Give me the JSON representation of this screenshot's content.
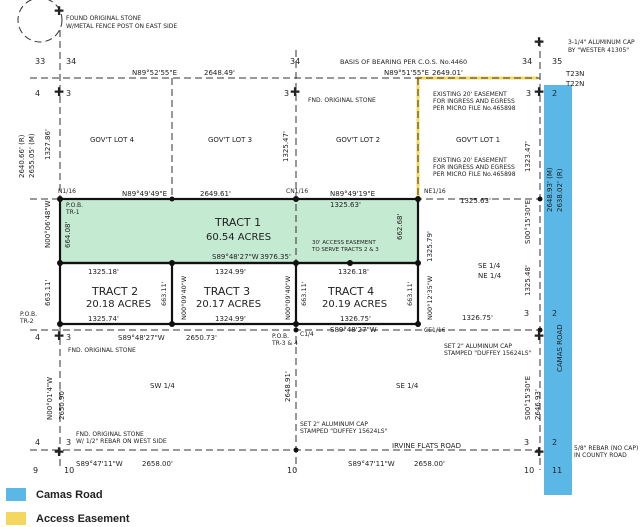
{
  "labels": {
    "note_found_stone": "FOUND ORIGINAL STONE",
    "note_fence_post": "W/METAL FENCE POST ON EAST SIDE",
    "basis_bearing": "BASIS OF BEARING PER C.O.S. No.4460",
    "alum_cap_top_1": "3-1/4\" ALUMINUM CAP",
    "alum_cap_top_2": "BY \"WESTER 41305\"",
    "t23n": "T23N",
    "t22n": "T22N",
    "fnd_orig_stone": "FND. ORIGINAL STONE",
    "easement_1_a": "EXISTING 20' EASEMENT",
    "easement_1_b": "FOR INGRESS AND EGRESS",
    "easement_1_c": "PER MICRO FILE No.465898",
    "easement_2_a": "EXISTING 20' EASEMENT",
    "easement_2_b": "FOR INGRESS AND EGRESS",
    "easement_2_c": "PER MICRO FILE No.465898",
    "lot4": "GOV'T LOT 4",
    "lot3": "GOV'T LOT 3",
    "lot2": "GOV'T LOT 2",
    "lot1": "GOV'T LOT 1",
    "n116": "N1/16",
    "cn116": "CN1/16",
    "ne116": "NE1/16",
    "pob1_a": "P.O.B.",
    "pob1_b": "TR-1",
    "tract1_name": "TRACT 1",
    "tract1_acres": "60.54 ACRES",
    "access_30_a": "30' ACCESS EASEMENT",
    "access_30_b": "TO SERVE TRACTS 2 & 3",
    "se14": "SE 1/4",
    "ne14": "NE 1/4",
    "tract2_name": "TRACT 2",
    "tract2_acres": "20.18 ACRES",
    "tract3_name": "TRACT 3",
    "tract3_acres": "20.17 ACRES",
    "tract4_name": "TRACT 4",
    "tract4_acres": "20.19 ACRES",
    "pob2_a": "P.O.B.",
    "pob2_b": "TR-2",
    "pob34_a": "P.O.B.",
    "pob34_b": "TR-3 & 4",
    "c14": "C1/4",
    "ce116": "CE1/16",
    "fnd_orig_stone_2": "FND. ORIGINAL STONE",
    "alum_cap_mid_1": "SET 2\" ALUMINUM CAP",
    "alum_cap_mid_2": "STAMPED \"DUFFEY 15624LS\"",
    "camas_road_vertical": "CAMAS ROAD",
    "sw14": "SW 1/4",
    "se14_lower": "SE 1/4",
    "fnd_stone_rebar_1": "FND. ORIGINAL STONE",
    "fnd_stone_rebar_2": "W/ 1/2\" REBAR ON WEST SIDE",
    "set_cap_low_1": "SET 2\" ALUMINUM CAP",
    "set_cap_low_2": "STAMPED \"DUFFEY 15624LS\"",
    "irvine": "IRVINE FLATS ROAD",
    "rebar_nocap_1": "5/8\" REBAR (NO CAP)",
    "rebar_nocap_2": "IN COUNTY ROAD"
  },
  "bearings": {
    "top_left": "N89°52'55\"E",
    "top_left_dist": "2648.49'",
    "top_right": "N89°51'55\"E",
    "top_right_dist": "2649.01'",
    "n116_left": "N89°49'49\"E",
    "n116_left_dist": "2649.61'",
    "n116_right": "N89°49'19\"E",
    "n116_right_dist": "1325.63'",
    "n116_east_dist": "1325.63'",
    "tract1_south": "S89°48'27\"W",
    "tract1_south_dist": "3976.35'",
    "t2_top": "1325.18'",
    "t3_top": "1324.99'",
    "t4_top": "1326.18'",
    "t2_bottom": "1325.74'",
    "t3_bottom": "1324.99'",
    "t4_bottom": "1326.75'",
    "east_1326": "1326.75'",
    "s_mid_left": "S89°48'27\"W",
    "s_mid_left_dist": "2650.73'",
    "s_mid_right": "S89°48'27\"W",
    "bottom_left": "S89°47'11\"W",
    "bottom_left_dist": "2658.00'",
    "bottom_right": "S89°47'11\"W",
    "bottom_right_dist": "2658.00'",
    "left_r": "2640.66' (R)",
    "left_m": "2655.05' (M)",
    "left_1327": "1327.86'",
    "left_t1": "N00°06'48\"W",
    "left_t1_dist": "664.08'",
    "left_t2": "663.11'",
    "t3_west": "N00°09'40\"W",
    "t3_west_dist": "663.11'",
    "t4_west": "N00°09'40\"W",
    "t4_west_dist": "663.11'",
    "t4_east": "N00°12'35\"W",
    "t4_east_dist": "663.11'",
    "cn_1325": "1325.47'",
    "t1_east": "662.68'",
    "e16_1325": "1325.79'",
    "e_1323": "1323.47'",
    "e_2648": "2648.93' (M)",
    "e_2638": "2638.02' (R)",
    "e_s00": "S00°15'30\"E",
    "e_1325_48": "1325.48'",
    "left_low": "N00°01'4\"W",
    "left_low_dist": "2650.90'",
    "mid_low_dist": "2648.91'",
    "e_low": "S00°15'30\"E",
    "e_low_dist": "2646.93'"
  },
  "section_numbers": {
    "s33": "33",
    "s34a": "34",
    "s34b": "34",
    "s34c": "34",
    "s35": "35",
    "s4a": "4",
    "s3a": "3",
    "s3b": "3",
    "s3c": "3",
    "s2a": "2",
    "s4b": "4",
    "s3d": "3",
    "s3e": "3",
    "s2b": "2",
    "s4c": "4",
    "s3f": "3",
    "s3g": "3",
    "s2c": "2",
    "s9": "9",
    "s10a": "10",
    "s10b": "10",
    "s10c": "10",
    "s11": "11"
  },
  "legend": [
    {
      "label": "Camas Road",
      "color": "#5bb8e6"
    },
    {
      "label": "Access Easement",
      "color": "#f4d75e"
    }
  ],
  "colors": {
    "tract1_fill": "#c5ead2",
    "camas_road": "#5bb8e6",
    "access_easement": "#f4d75e"
  }
}
